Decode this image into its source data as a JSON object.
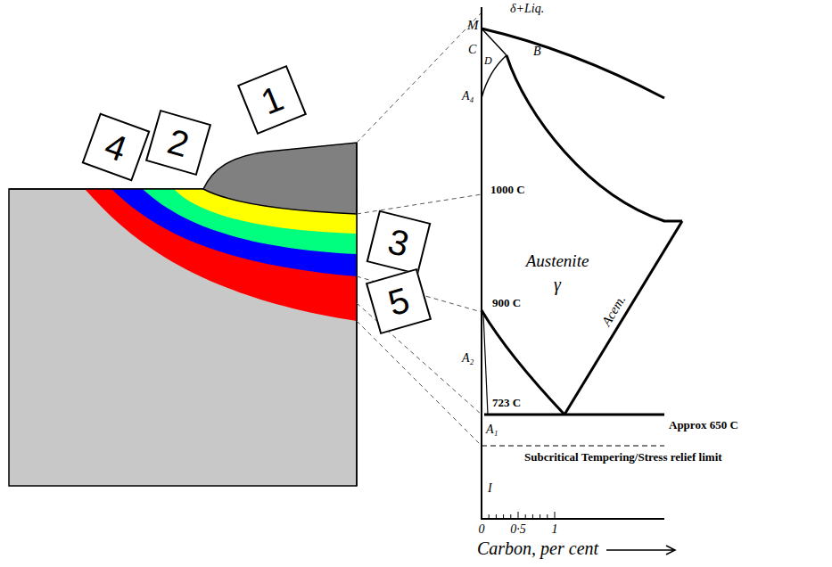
{
  "diagram": {
    "nodes": [
      {
        "text": [
          "1"
        ]
      },
      {
        "text": [
          "2"
        ]
      },
      {
        "text": [
          "3"
        ]
      },
      {
        "text": [
          "4"
        ]
      },
      {
        "text": [
          "5"
        ]
      }
    ],
    "labels": [
      "M",
      "δ+Liq.",
      "B",
      "C",
      "D",
      "A₄",
      "1000 C",
      "Austenite",
      "γ",
      "Acem.",
      "900 C",
      "A₂",
      "723 C",
      "A₁",
      "Approx 650 C",
      "Subcritical Tempering/Stress relief limit",
      "I",
      "0",
      "0·5",
      "1",
      "Carbon, per cent"
    ]
  }
}
